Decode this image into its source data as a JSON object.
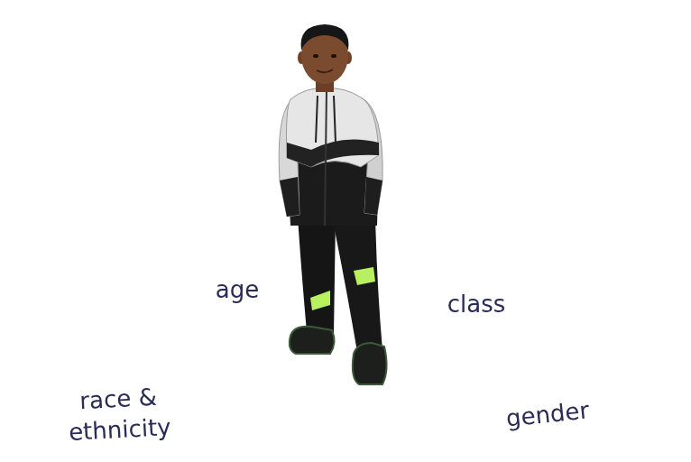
{
  "diagram": {
    "nodes": [
      {
        "text": [
          "age"
        ]
      },
      {
        "text": [
          "class"
        ]
      },
      {
        "text": [
          "race & ethnicity"
        ]
      },
      {
        "text": [
          "gender"
        ]
      }
    ]
  }
}
